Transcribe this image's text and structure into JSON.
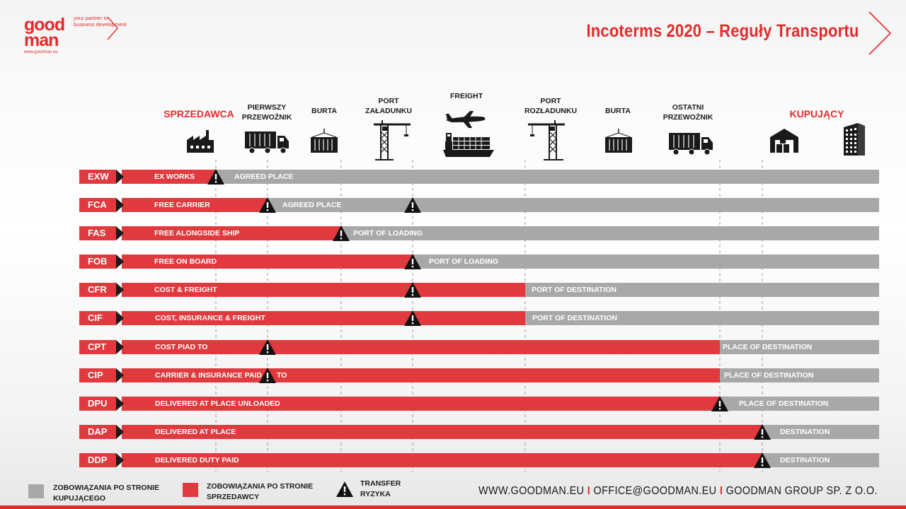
{
  "logo": {
    "word1": "good",
    "word2": "man",
    "tagline": "your partner in business development",
    "url": "www.goodman.eu"
  },
  "title": "Incoterms 2020 – Reguły Transportu",
  "colors": {
    "red": "#e03a3e",
    "gray": "#a8a8a8",
    "title_red": "#e32b2b"
  },
  "headers": {
    "seller": "SPRZEDAWCA",
    "first_carrier": "PIERWSZY\nPRZEWOŹNIK",
    "burta1": "BURTA",
    "port_loading": "PORT\nZAŁADUNKU",
    "freight": "FREIGHT",
    "port_unloading": "PORT\nROZŁADUNKU",
    "burta2": "BURTA",
    "last_carrier": "OSTATNI\nPRZEWOŹNIK",
    "buyer": "KUPUJĄCY"
  },
  "icons": [
    "factory-icon",
    "truck-icon",
    "container-icon",
    "crane-icon",
    "airplane-icon",
    "ship-icon",
    "crane-icon",
    "container-icon",
    "truck-icon",
    "warehouse-icon",
    "office-building-icon"
  ],
  "rows": [
    {
      "code": "EXW",
      "seller": "EX WORKS",
      "buyer": "AGREED PLACE"
    },
    {
      "code": "FCA",
      "seller": "FREE CARRIER",
      "buyer": "AGREED PLACE"
    },
    {
      "code": "FAS",
      "seller": "FREE ALONGSIDE SHIP",
      "buyer": "PORT OF LOADING"
    },
    {
      "code": "FOB",
      "seller": "FREE ON BOARD",
      "buyer": "PORT OF LOADING"
    },
    {
      "code": "CFR",
      "seller": "COST & FREIGHT",
      "buyer": "PORT OF DESTINATION"
    },
    {
      "code": "CIF",
      "seller": "COST, INSURANCE & FREIGHT",
      "buyer": "PORT OF DESTINATION"
    },
    {
      "code": "CPT",
      "seller": "COST PIAD TO",
      "buyer": "PLACE OF DESTINATION"
    },
    {
      "code": "CIP",
      "seller": "CARRIER & INSURANCE PAID",
      "extra": "TO",
      "buyer": "PLACE OF DESTINATION"
    },
    {
      "code": "DPU",
      "seller": "DELIVERED AT PLACE UNLOADED",
      "buyer": "PLACE OF DESTINATION"
    },
    {
      "code": "DAP",
      "seller": "DELIVERED AT PLACE",
      "buyer": "DESTINATION"
    },
    {
      "code": "DDP",
      "seller": "DELIVERED DUTY PAID",
      "buyer": "DESTINATION"
    }
  ],
  "legend": {
    "buyer_obligations": "ZOBOWIĄZANIA PO STRONIE\nKUPUJĄCEGO",
    "seller_obligations": "ZOBOWIĄZANIA PO STRONIE\nSPRZEDAWCY",
    "risk_transfer": "TRANSFER\nRYZYKA"
  },
  "footer": {
    "website": "WWW.GOODMAN.EU",
    "email": "OFFICE@GOODMAN.EU",
    "company": "GOODMAN GROUP SP. Z O.O.",
    "separator": "I"
  }
}
